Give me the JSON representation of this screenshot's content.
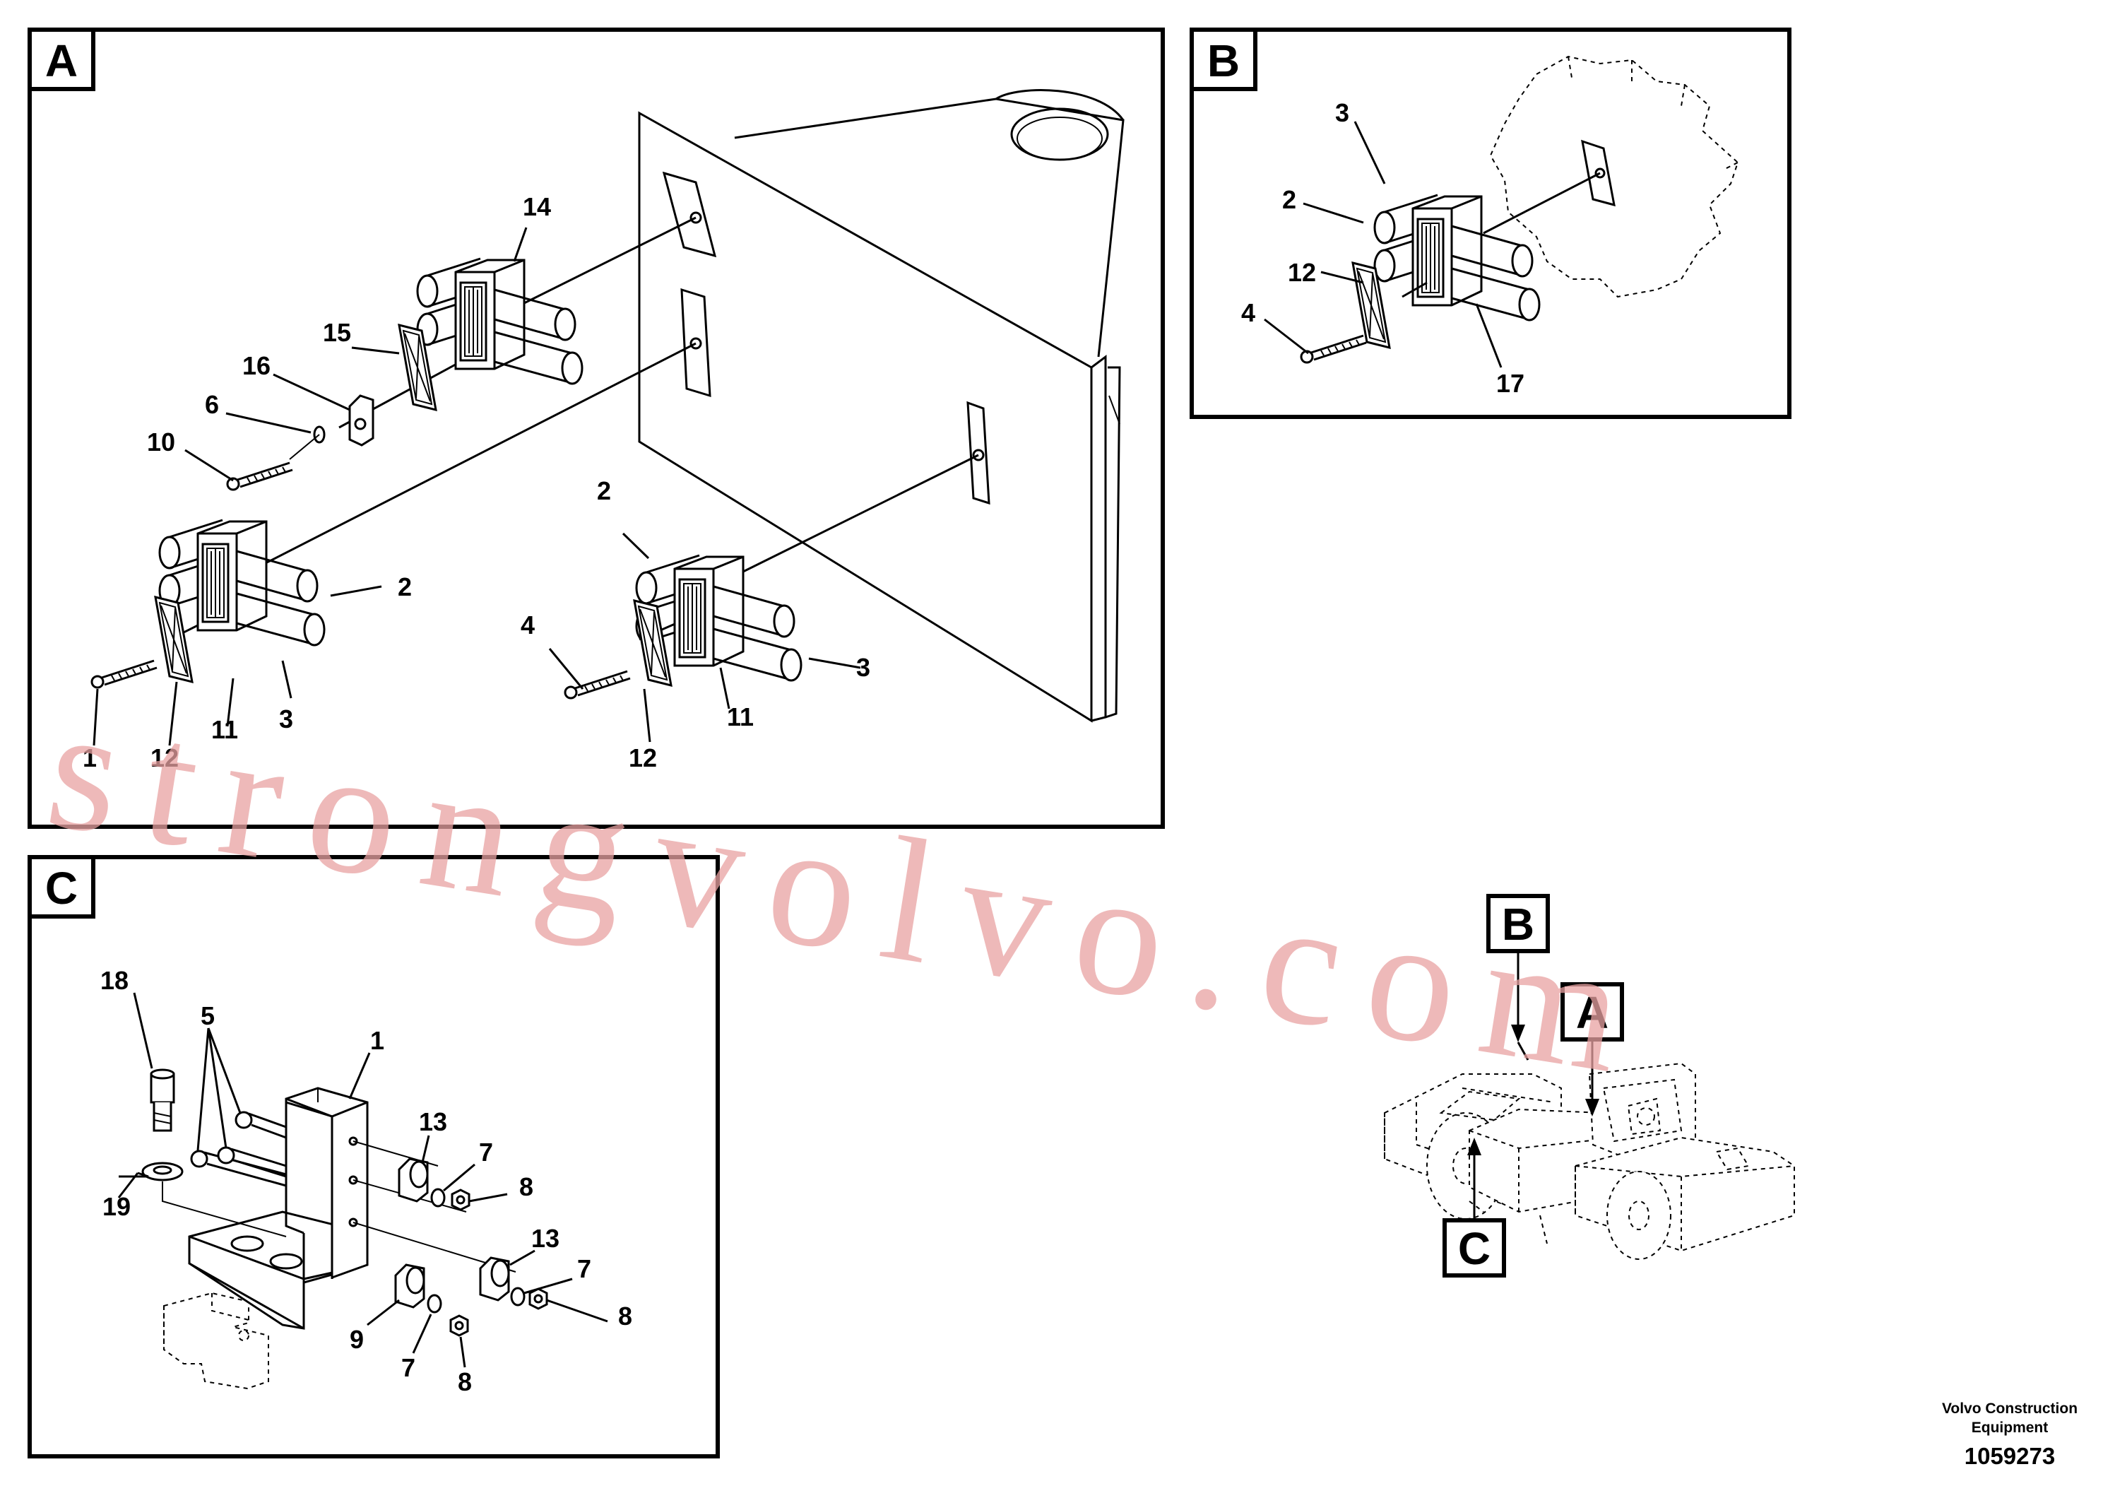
{
  "sections": {
    "A": {
      "letter": "A"
    },
    "B": {
      "letter": "B"
    },
    "C": {
      "letter": "C"
    }
  },
  "callouts": {
    "A": [
      "14",
      "15",
      "16",
      "6",
      "10",
      "2",
      "4",
      "3",
      "12",
      "11",
      "2",
      "11",
      "3",
      "1",
      "12"
    ],
    "B": [
      "3",
      "2",
      "12",
      "4",
      "17"
    ],
    "C": [
      "18",
      "5",
      "1",
      "13",
      "7",
      "8",
      "13",
      "7",
      "8",
      "19",
      "9",
      "7",
      "8"
    ]
  },
  "overview": {
    "labels": [
      "B",
      "A",
      "C"
    ]
  },
  "watermark": "strongvolvo.com",
  "footer": {
    "company_line1": "Volvo Construction",
    "company_line2": "Equipment",
    "drawing_number": "1059273"
  }
}
